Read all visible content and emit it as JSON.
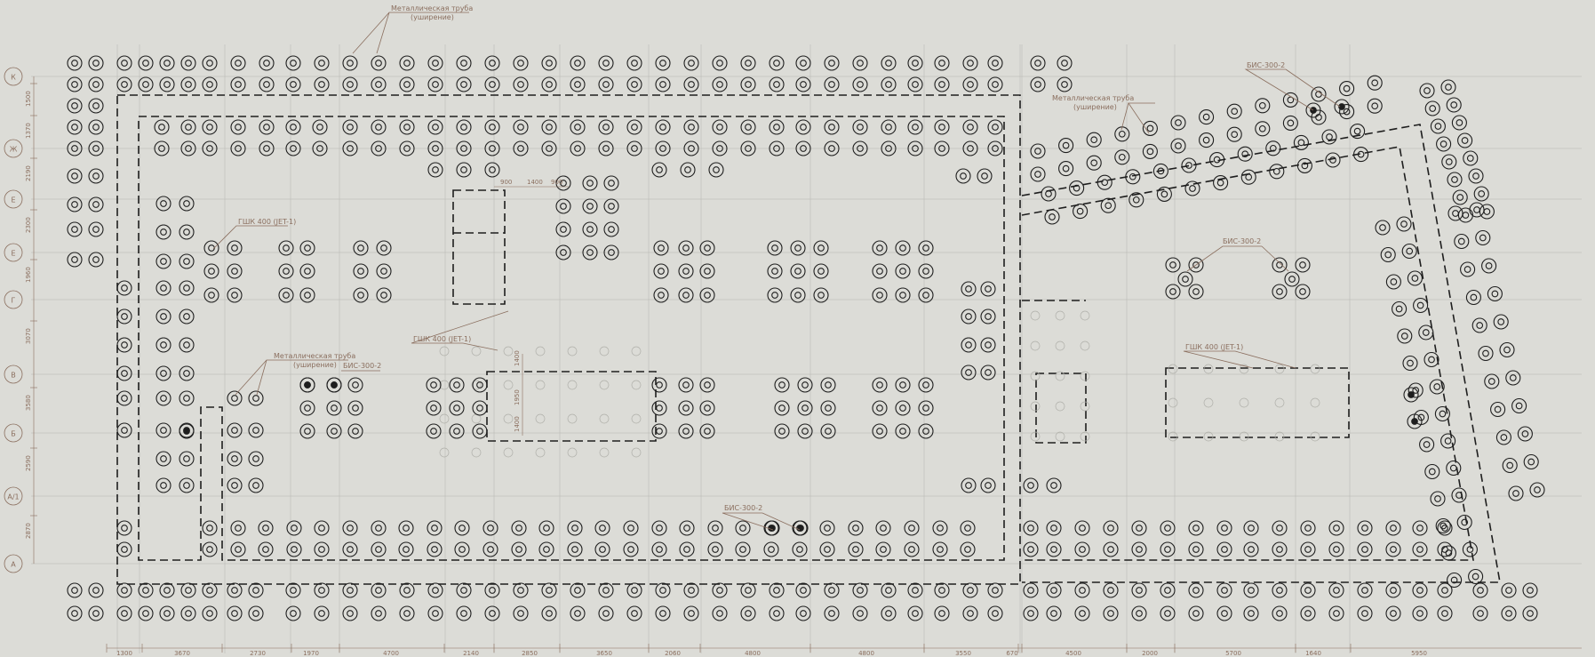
{
  "axes": {
    "rows": [
      "К",
      "Ж",
      "Е",
      "Е",
      "Г",
      "В",
      "Б",
      "А/1",
      "А"
    ],
    "row_dims": [
      "1500",
      "1370",
      "2190",
      "2300",
      "1960",
      "3070",
      "3580",
      "2590",
      "2870"
    ],
    "cols_dims": [
      "1300",
      "3670",
      "2730",
      "1970",
      "4700",
      "2140",
      "2850",
      "3650",
      "2060",
      "4800",
      "4800",
      "3550",
      "670",
      "4500",
      "2000",
      "5700",
      "1640",
      "5950"
    ]
  },
  "labels": {
    "metal_pipe_1": "Металлическая труба",
    "metal_pipe_1b": "(уширение)",
    "metal_pipe_2": "Металлическая труба",
    "metal_pipe_2b": "(уширение)",
    "metal_pipe_3": "Металлическая труба",
    "metal_pipe_3b": "(уширение)",
    "bis_1": "БИС-300-2",
    "bis_2": "БИС-300-2",
    "bis_3": "БИС-300-2",
    "bis_4": "БИС-300-2",
    "gshk_1": "ГШК 400 (JET-1)",
    "gshk_2": "ГШК 400 (JET-1)",
    "gshk_3": "ГШК 400 (JET-1)",
    "dims_pit": [
      "900",
      "1400",
      "900"
    ],
    "dims_pit_v": [
      "1400",
      "1950",
      "1400"
    ]
  },
  "colors": {
    "background": "#dcdcd7",
    "line": "#1e1e1e",
    "grid": "#b5b5b0",
    "annotation": "#8a6e5e"
  }
}
